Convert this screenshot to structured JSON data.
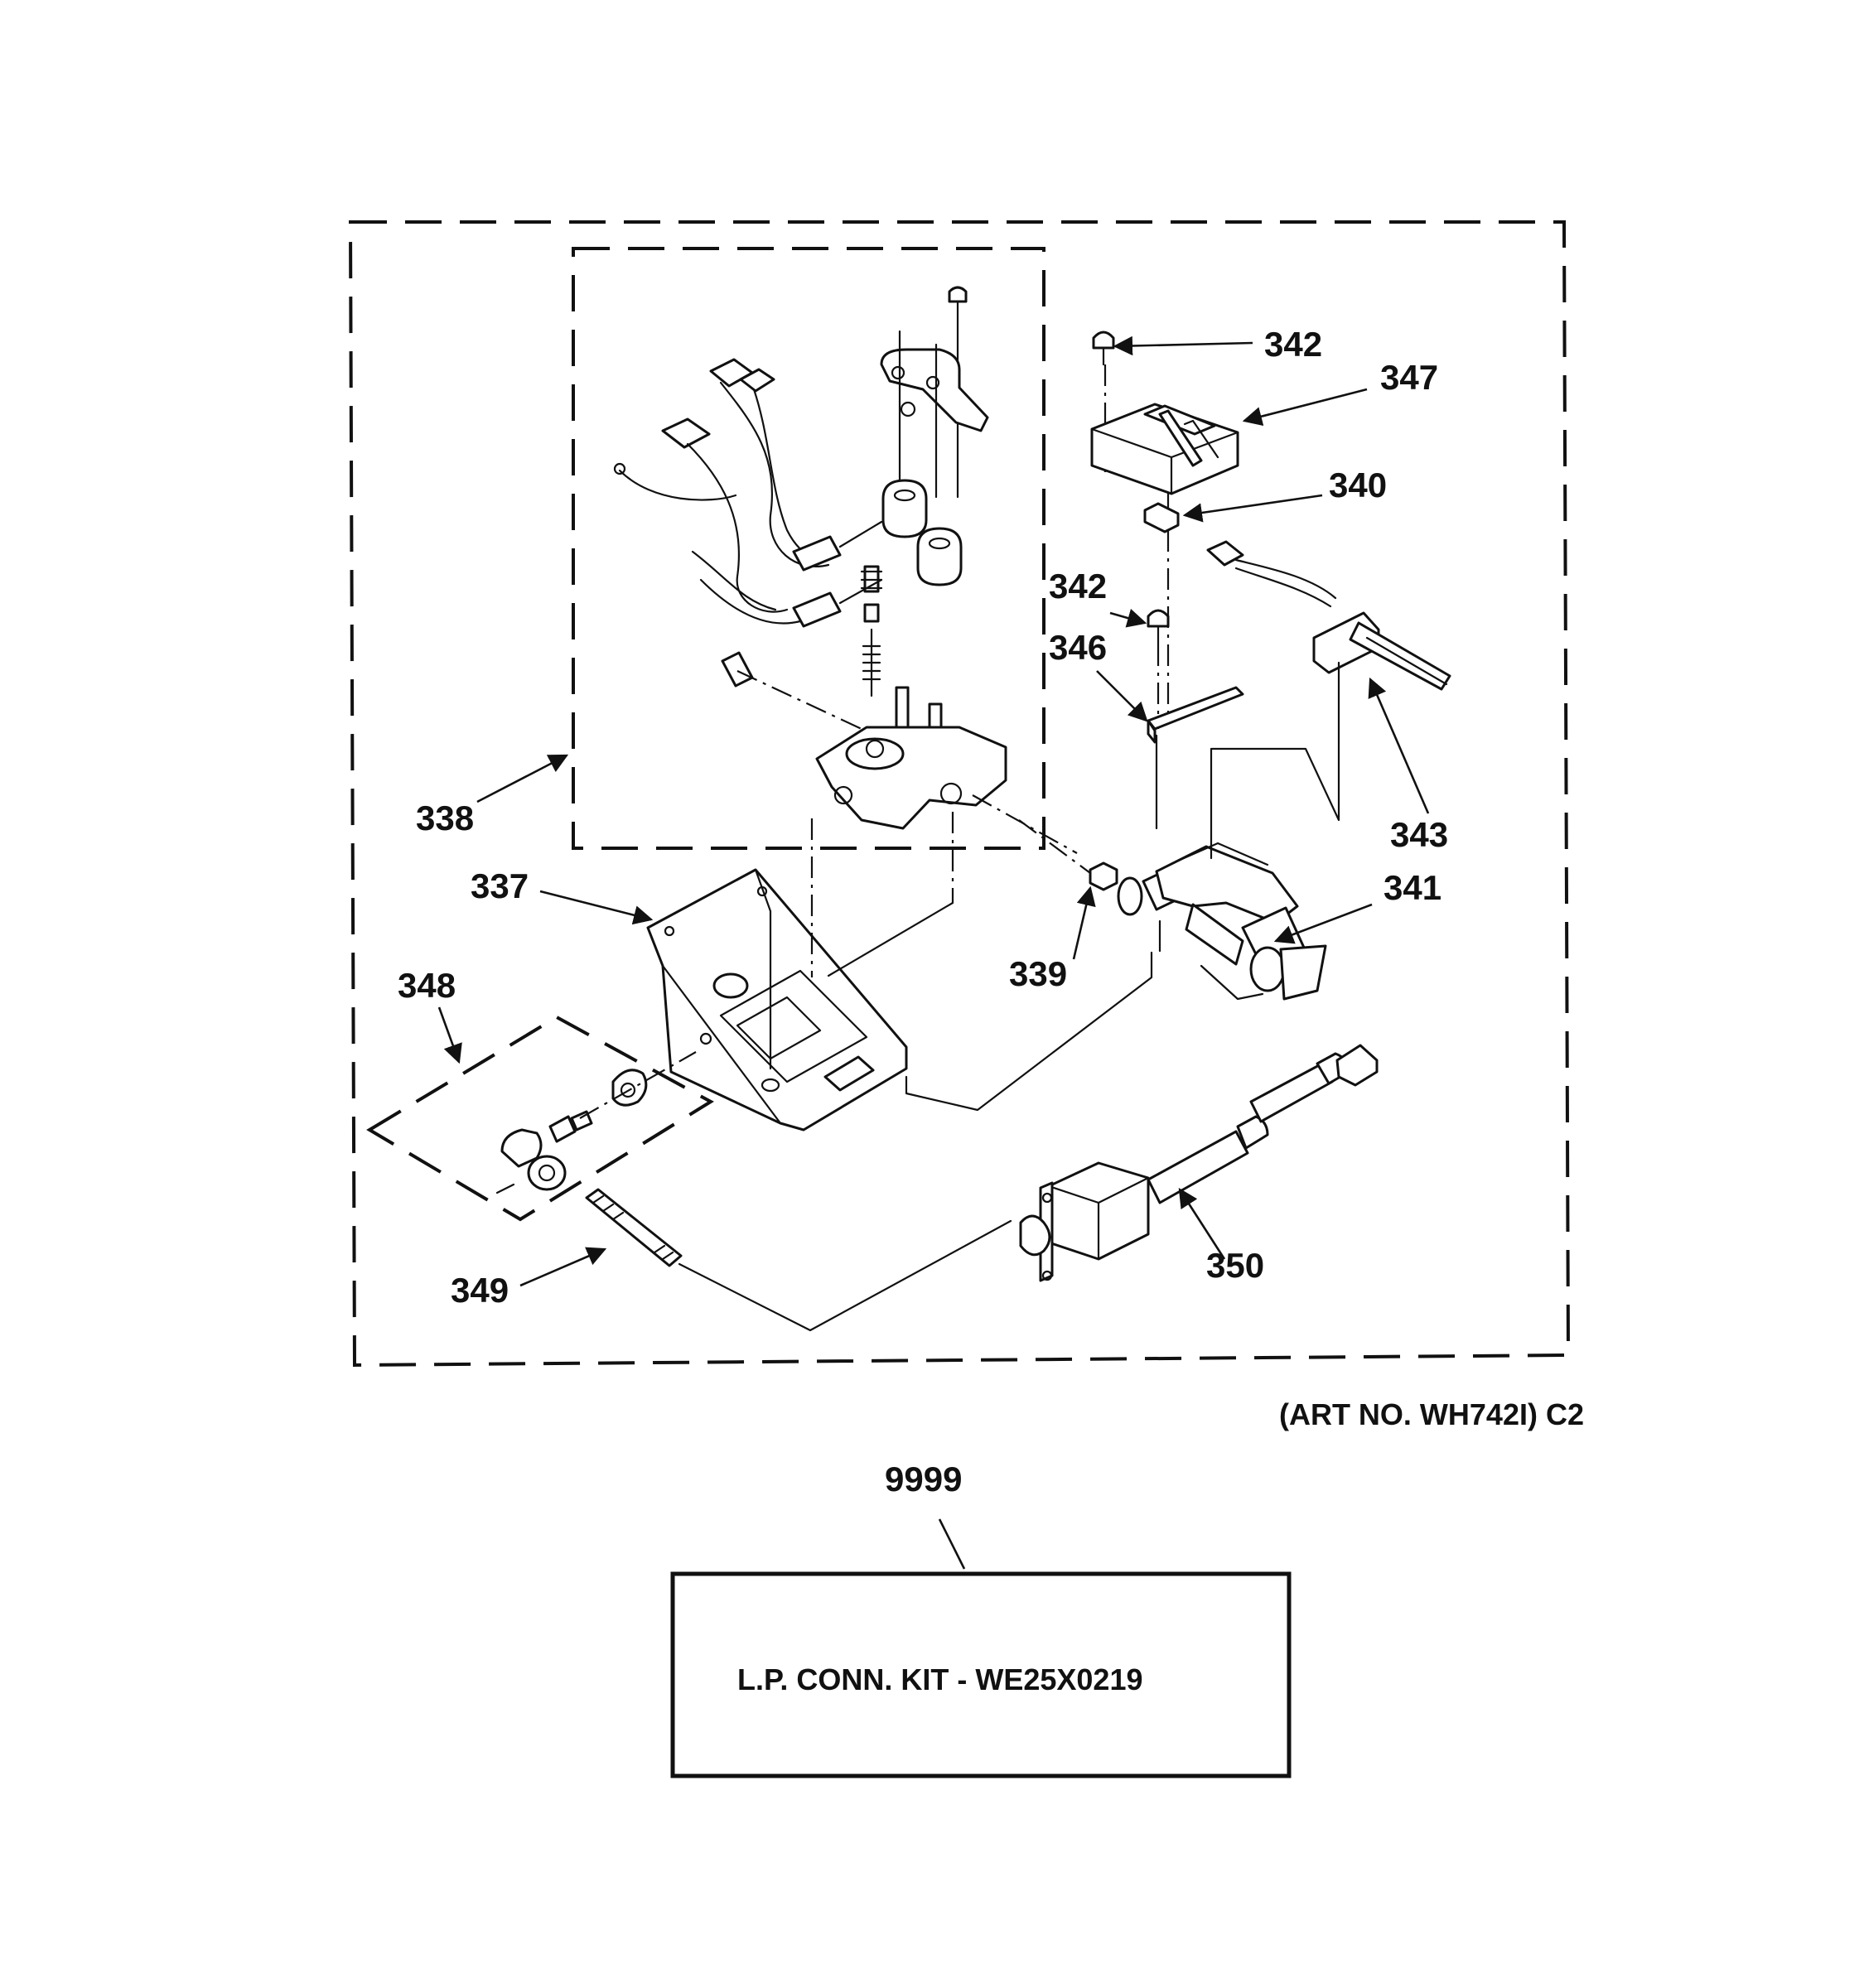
{
  "callouts": {
    "c337": "337",
    "c338": "338",
    "c339": "339",
    "c340": "340",
    "c341": "341",
    "c342a": "342",
    "c342b": "342",
    "c343": "343",
    "c346": "346",
    "c347": "347",
    "c348": "348",
    "c349": "349",
    "c350": "350",
    "c9999": "9999"
  },
  "art_number": "(ART NO. WH742I) C2",
  "kit_label": "L.P. CONN. KIT - WE25X0219"
}
